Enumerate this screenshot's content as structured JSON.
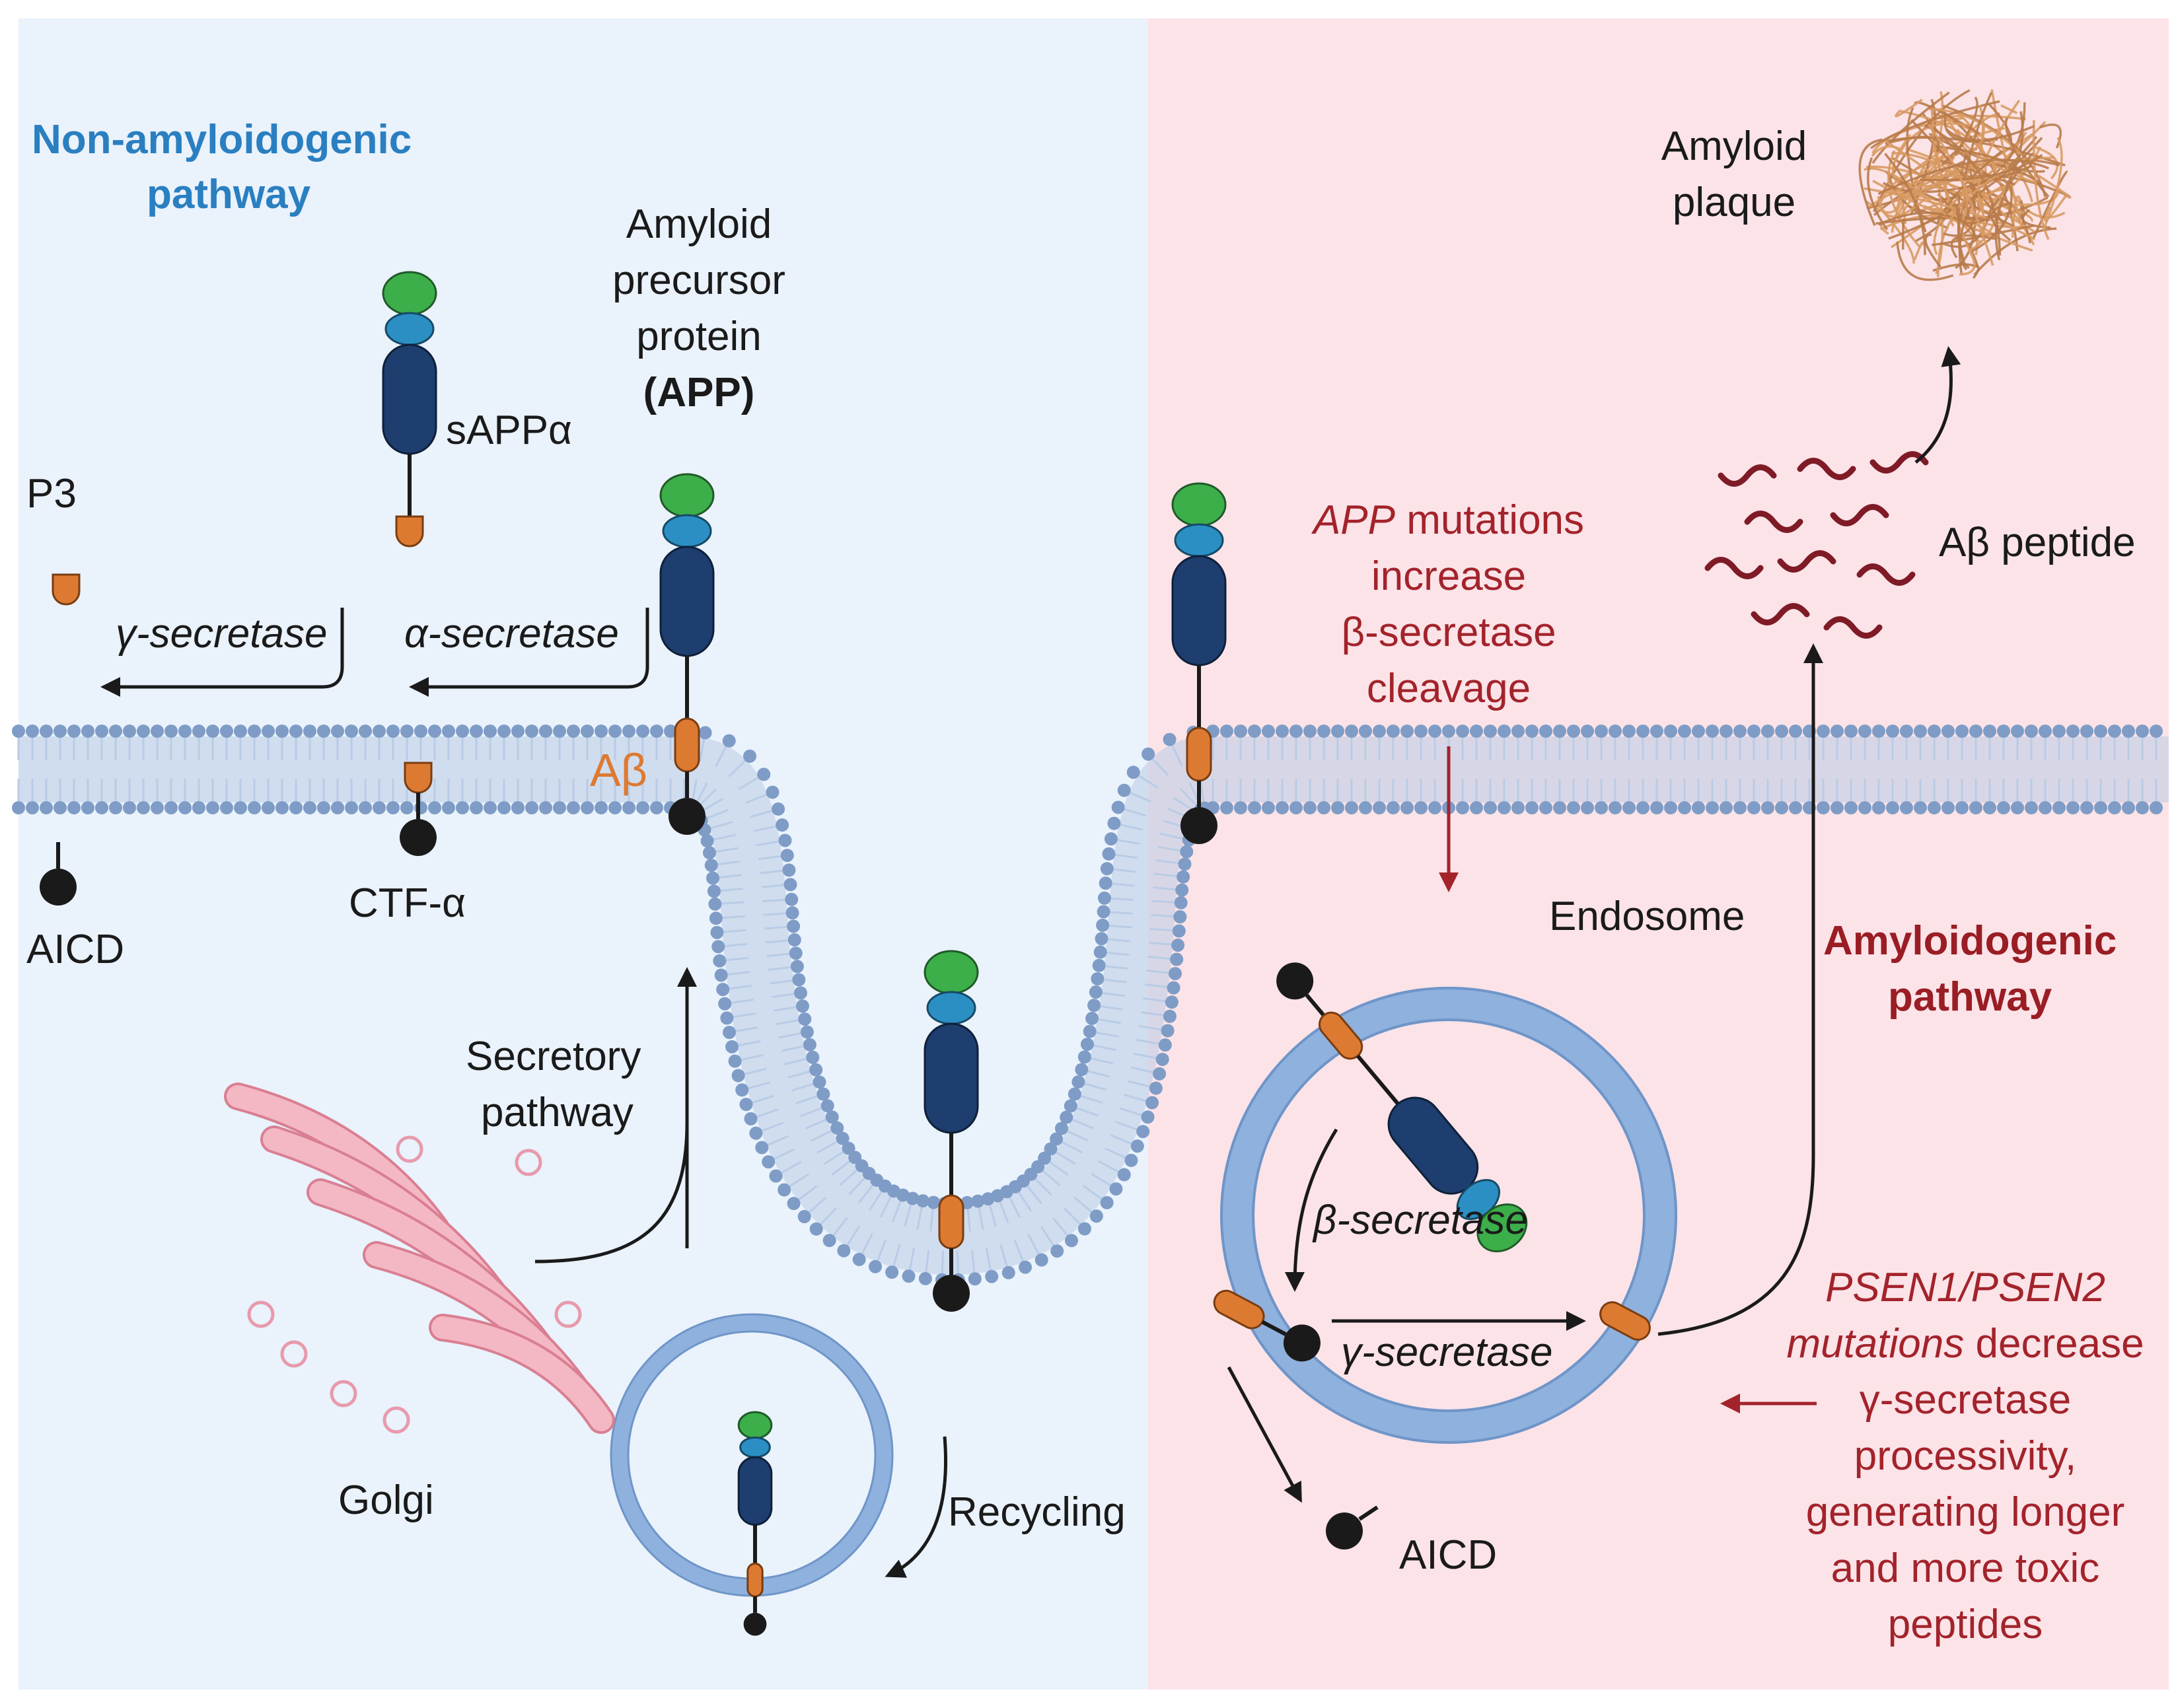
{
  "colors": {
    "left_bg": "#eaf2fb",
    "right_bg": "#fbe3e8",
    "membrane_head": "#7e9cc6",
    "membrane_tail": "#b9cce6",
    "domain_green": "#3cae4a",
    "domain_teal": "#2b8fc4",
    "domain_navy": "#1d3e6e",
    "domain_orange": "#dd7a32",
    "aicd_black": "#1a1a1a",
    "endosome": "#8fb1dd",
    "golgi": "#f4b8c4",
    "fibril": "#b87b4a",
    "peptide": "#7e1b26",
    "mutation_red": "#a3232b"
  },
  "non_amyloidogenic": {
    "title_line1": "Non-amyloidogenic",
    "title_line2": "pathway"
  },
  "app_label": {
    "line1": "Amyloid",
    "line2": "precursor",
    "line3": "protein",
    "line4": "(APP)"
  },
  "left": {
    "sappa": "sAPPα",
    "p3": "P3",
    "gamma_secretase": "γ-secretase",
    "alpha_secretase": "α-secretase",
    "abeta": "Aβ",
    "ctf_alpha": "CTF-α",
    "aicd": "AICD",
    "secretory_line1": "Secretory",
    "secretory_line2": "pathway",
    "golgi": "Golgi",
    "recycling": "Recycling"
  },
  "right": {
    "app_mut_line1_italic": "APP",
    "app_mut_line1_rest": " mutations",
    "app_mut_line2": "increase",
    "app_mut_line3": "β-secretase",
    "app_mut_line4": "cleavage",
    "endosome": "Endosome",
    "beta_secretase": "β-secretase",
    "gamma_secretase": "γ-secretase",
    "aicd": "AICD",
    "amyloidogenic_line1": "Amyloidogenic",
    "amyloidogenic_line2": "pathway",
    "plaque_line1": "Amyloid",
    "plaque_line2": "plaque",
    "abeta_peptide": "Aβ peptide",
    "psen_line1_italic": "PSEN1/PSEN2",
    "psen_line2_italic": "mutations",
    "psen_line2_rest": " decrease",
    "psen_line3": "γ-secretase",
    "psen_line4": "processivity,",
    "psen_line5": "generating longer",
    "psen_line6": "and more toxic",
    "psen_line7": "peptides"
  }
}
